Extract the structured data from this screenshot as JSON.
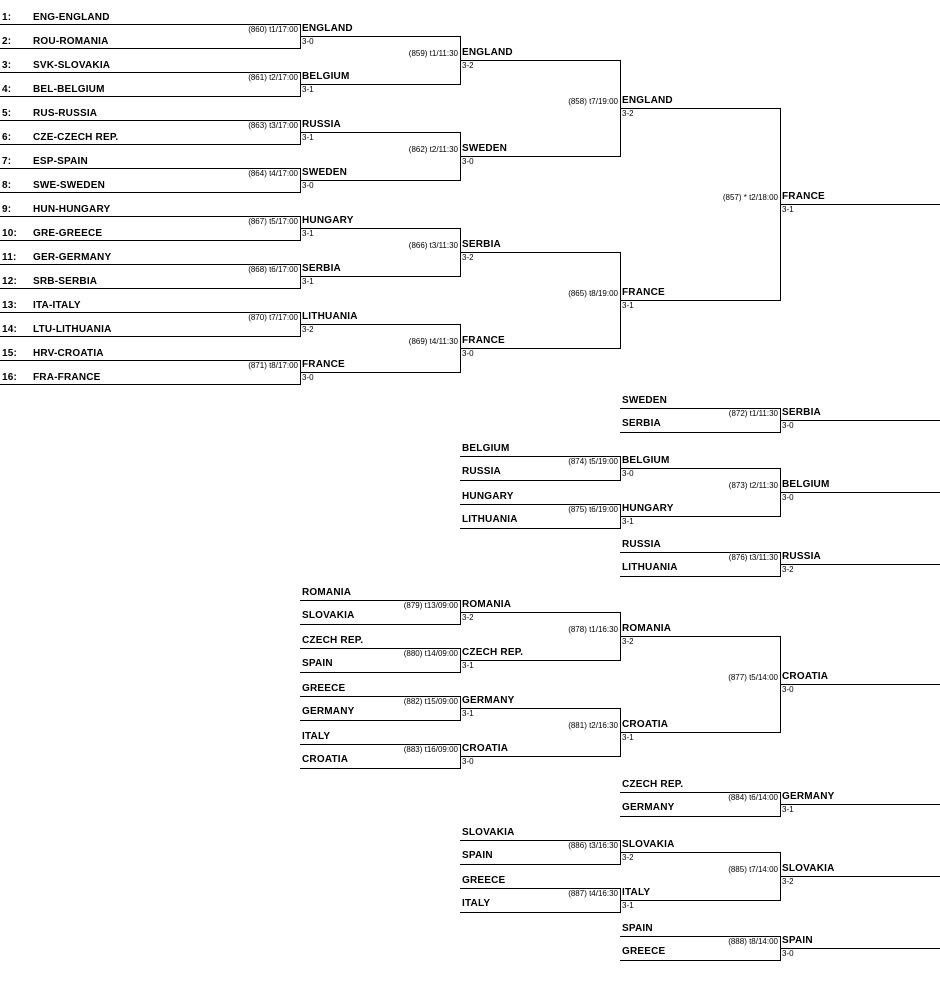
{
  "draw": [
    "1:",
    "ENG-ENGLAND",
    "2:",
    "ROU-ROMANIA",
    "3:",
    "SVK-SLOVAKIA",
    "4:",
    "BEL-BELGIUM",
    "5:",
    "RUS-RUSSIA",
    "6:",
    "CZE-CZECH REP.",
    "7:",
    "ESP-SPAIN",
    "8:",
    "SWE-SWEDEN",
    "9:",
    "HUN-HUNGARY",
    "10:",
    "GRE-GREECE",
    "11:",
    "GER-GERMANY",
    "12:",
    "SRB-SERBIA",
    "13:",
    "ITA-ITALY",
    "14:",
    "LTU-LITHUANIA",
    "15:",
    "HRV-CROATIA",
    "16:",
    "FRA-FRANCE"
  ],
  "matches": [
    {
      "top": "",
      "bottom": "",
      "info": "(860) t1/17:00",
      "winner": "ENGLAND",
      "score": "3-0"
    },
    {
      "top": "",
      "bottom": "",
      "info": "(861) t2/17:00",
      "winner": "BELGIUM",
      "score": "3-1"
    },
    {
      "top": "",
      "bottom": "",
      "info": "(863) t3/17:00",
      "winner": "RUSSIA",
      "score": "3-1"
    },
    {
      "top": "",
      "bottom": "",
      "info": "(864) t4/17:00",
      "winner": "SWEDEN",
      "score": "3-0"
    },
    {
      "top": "",
      "bottom": "",
      "info": "(867) t5/17:00",
      "winner": "HUNGARY",
      "score": "3-1"
    },
    {
      "top": "",
      "bottom": "",
      "info": "(868) t6/17:00",
      "winner": "SERBIA",
      "score": "3-1"
    },
    {
      "top": "",
      "bottom": "",
      "info": "(870) t7/17:00",
      "winner": "LITHUANIA",
      "score": "3-2"
    },
    {
      "top": "",
      "bottom": "",
      "info": "(871) t8/17:00",
      "winner": "FRANCE",
      "score": "3-0"
    },
    {
      "top": "",
      "bottom": "",
      "info": "(859) t1/11:30",
      "winner": "ENGLAND",
      "score": "3-2"
    },
    {
      "top": "",
      "bottom": "",
      "info": "(862) t2/11:30",
      "winner": "SWEDEN",
      "score": "3-0"
    },
    {
      "top": "",
      "bottom": "",
      "info": "(866) t3/11:30",
      "winner": "SERBIA",
      "score": "3-2"
    },
    {
      "top": "",
      "bottom": "",
      "info": "(869) t4/11:30",
      "winner": "FRANCE",
      "score": "3-0"
    },
    {
      "top": "",
      "bottom": "",
      "info": "(858) t7/19:00",
      "winner": "ENGLAND",
      "score": "3-2"
    },
    {
      "top": "",
      "bottom": "",
      "info": "(865) t8/19:00",
      "winner": "FRANCE",
      "score": "3-1"
    },
    {
      "top": "",
      "bottom": "",
      "info": "(857) * t2/18:00",
      "winner": "FRANCE",
      "score": "3-1"
    },
    {
      "top": "SWEDEN",
      "bottom": "SERBIA",
      "info": "(872) t1/11:30",
      "winner": "SERBIA",
      "score": "3-0"
    },
    {
      "top": "BELGIUM",
      "bottom": "RUSSIA",
      "info": "(874) t5/19:00",
      "winner": "BELGIUM",
      "score": "3-0"
    },
    {
      "top": "HUNGARY",
      "bottom": "LITHUANIA",
      "info": "(875) t6/19:00",
      "winner": "HUNGARY",
      "score": "3-1"
    },
    {
      "top": "",
      "bottom": "",
      "info": "(873) t2/11:30",
      "winner": "BELGIUM",
      "score": "3-0"
    },
    {
      "top": "RUSSIA",
      "bottom": "LITHUANIA",
      "info": "(876) t3/11:30",
      "winner": "RUSSIA",
      "score": "3-2"
    },
    {
      "top": "ROMANIA",
      "bottom": "SLOVAKIA",
      "info": "(879) t13/09:00",
      "winner": "ROMANIA",
      "score": "3-2"
    },
    {
      "top": "CZECH REP.",
      "bottom": "SPAIN",
      "info": "(880) t14/09:00",
      "winner": "CZECH REP.",
      "score": "3-1"
    },
    {
      "top": "GREECE",
      "bottom": "GERMANY",
      "info": "(882) t15/09:00",
      "winner": "GERMANY",
      "score": "3-1"
    },
    {
      "top": "ITALY",
      "bottom": "CROATIA",
      "info": "(883) t16/09:00",
      "winner": "CROATIA",
      "score": "3-0"
    },
    {
      "top": "",
      "bottom": "",
      "info": "(878) t1/16:30",
      "winner": "ROMANIA",
      "score": "3-2"
    },
    {
      "top": "",
      "bottom": "",
      "info": "(881) t2/16:30",
      "winner": "CROATIA",
      "score": "3-1"
    },
    {
      "top": "",
      "bottom": "",
      "info": "(877) t5/14:00",
      "winner": "CROATIA",
      "score": "3-0"
    },
    {
      "top": "CZECH REP.",
      "bottom": "GERMANY",
      "info": "(884) t6/14:00",
      "winner": "GERMANY",
      "score": "3-1"
    },
    {
      "top": "SLOVAKIA",
      "bottom": "SPAIN",
      "info": "(886) t3/16:30",
      "winner": "SLOVAKIA",
      "score": "3-2"
    },
    {
      "top": "GREECE",
      "bottom": "ITALY",
      "info": "(887) t4/16:30",
      "winner": "ITALY",
      "score": "3-1"
    },
    {
      "top": "",
      "bottom": "",
      "info": "(885) t7/14:00",
      "winner": "SLOVAKIA",
      "score": "3-2"
    },
    {
      "top": "SPAIN",
      "bottom": "GREECE",
      "info": "(888) t8/14:00",
      "winner": "SPAIN",
      "score": "3-0"
    }
  ]
}
